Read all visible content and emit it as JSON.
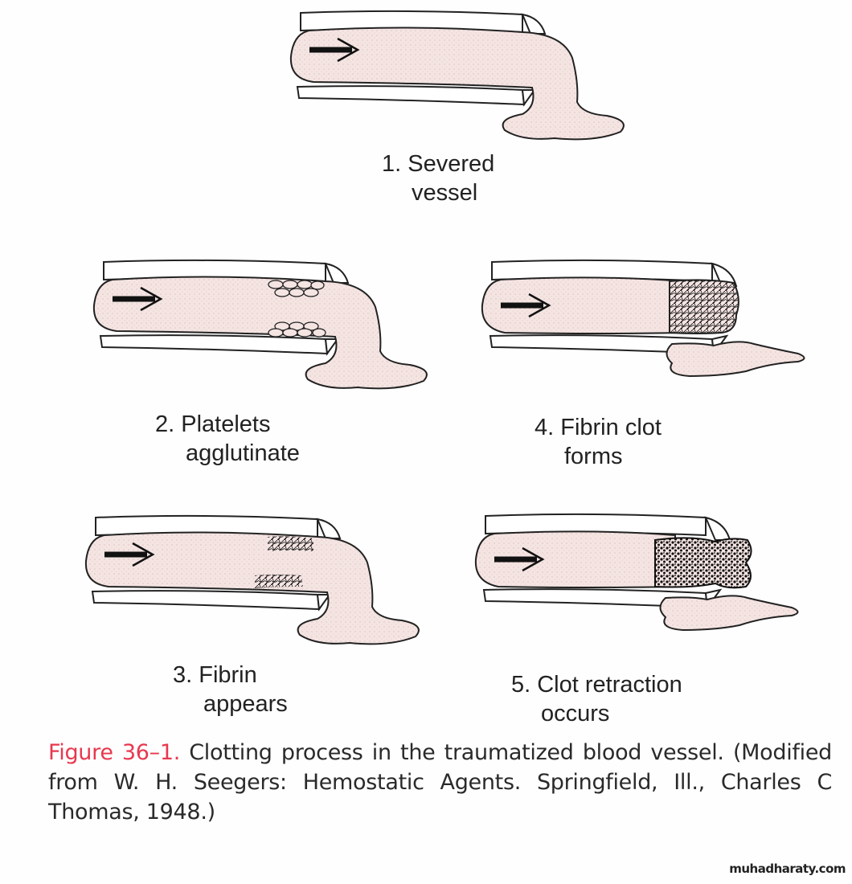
{
  "panels": [
    {
      "label_line1": "1. Severed",
      "label_line2": "vessel"
    },
    {
      "label_line1": "2. Platelets",
      "label_line2": "agglutinate"
    },
    {
      "label_line1": "3. Fibrin",
      "label_line2": "appears"
    },
    {
      "label_line1": "4. Fibrin clot",
      "label_line2": "forms"
    },
    {
      "label_line1": "5. Clot retraction",
      "label_line2": "occurs"
    }
  ],
  "caption": {
    "figure_number": "Figure 36–1.",
    "text": "Clotting process in the traumatized blood vessel. (Modified from W. H. Seegers: Hemostatic Agents. Springfield, Ill., Charles C Thomas, 1948.)"
  },
  "watermark": "muhadharaty.com",
  "colors": {
    "blood": "#f4e4e2",
    "accent": "#e8384f",
    "ink": "#222222"
  }
}
